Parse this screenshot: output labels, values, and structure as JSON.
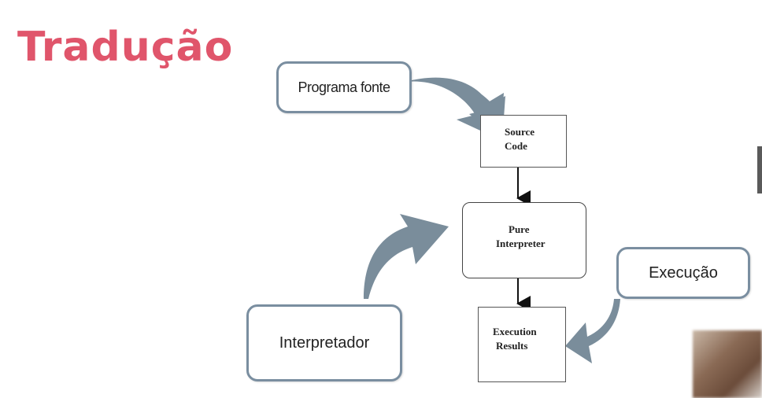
{
  "slide": {
    "title": "Tradução"
  },
  "callouts": {
    "programa_fonte": "Programa fonte",
    "interpretador": "Interpretador",
    "execucao": "Execução"
  },
  "flow": {
    "source_code": [
      "Source",
      "Code"
    ],
    "pure_interpreter": [
      "Pure",
      "Interpreter"
    ],
    "execution_results": [
      "Execution",
      "Results"
    ]
  },
  "colors": {
    "title": "#e0556b",
    "callout_border": "#7a8ea0",
    "curved_arrow": "#7a8d9b"
  }
}
